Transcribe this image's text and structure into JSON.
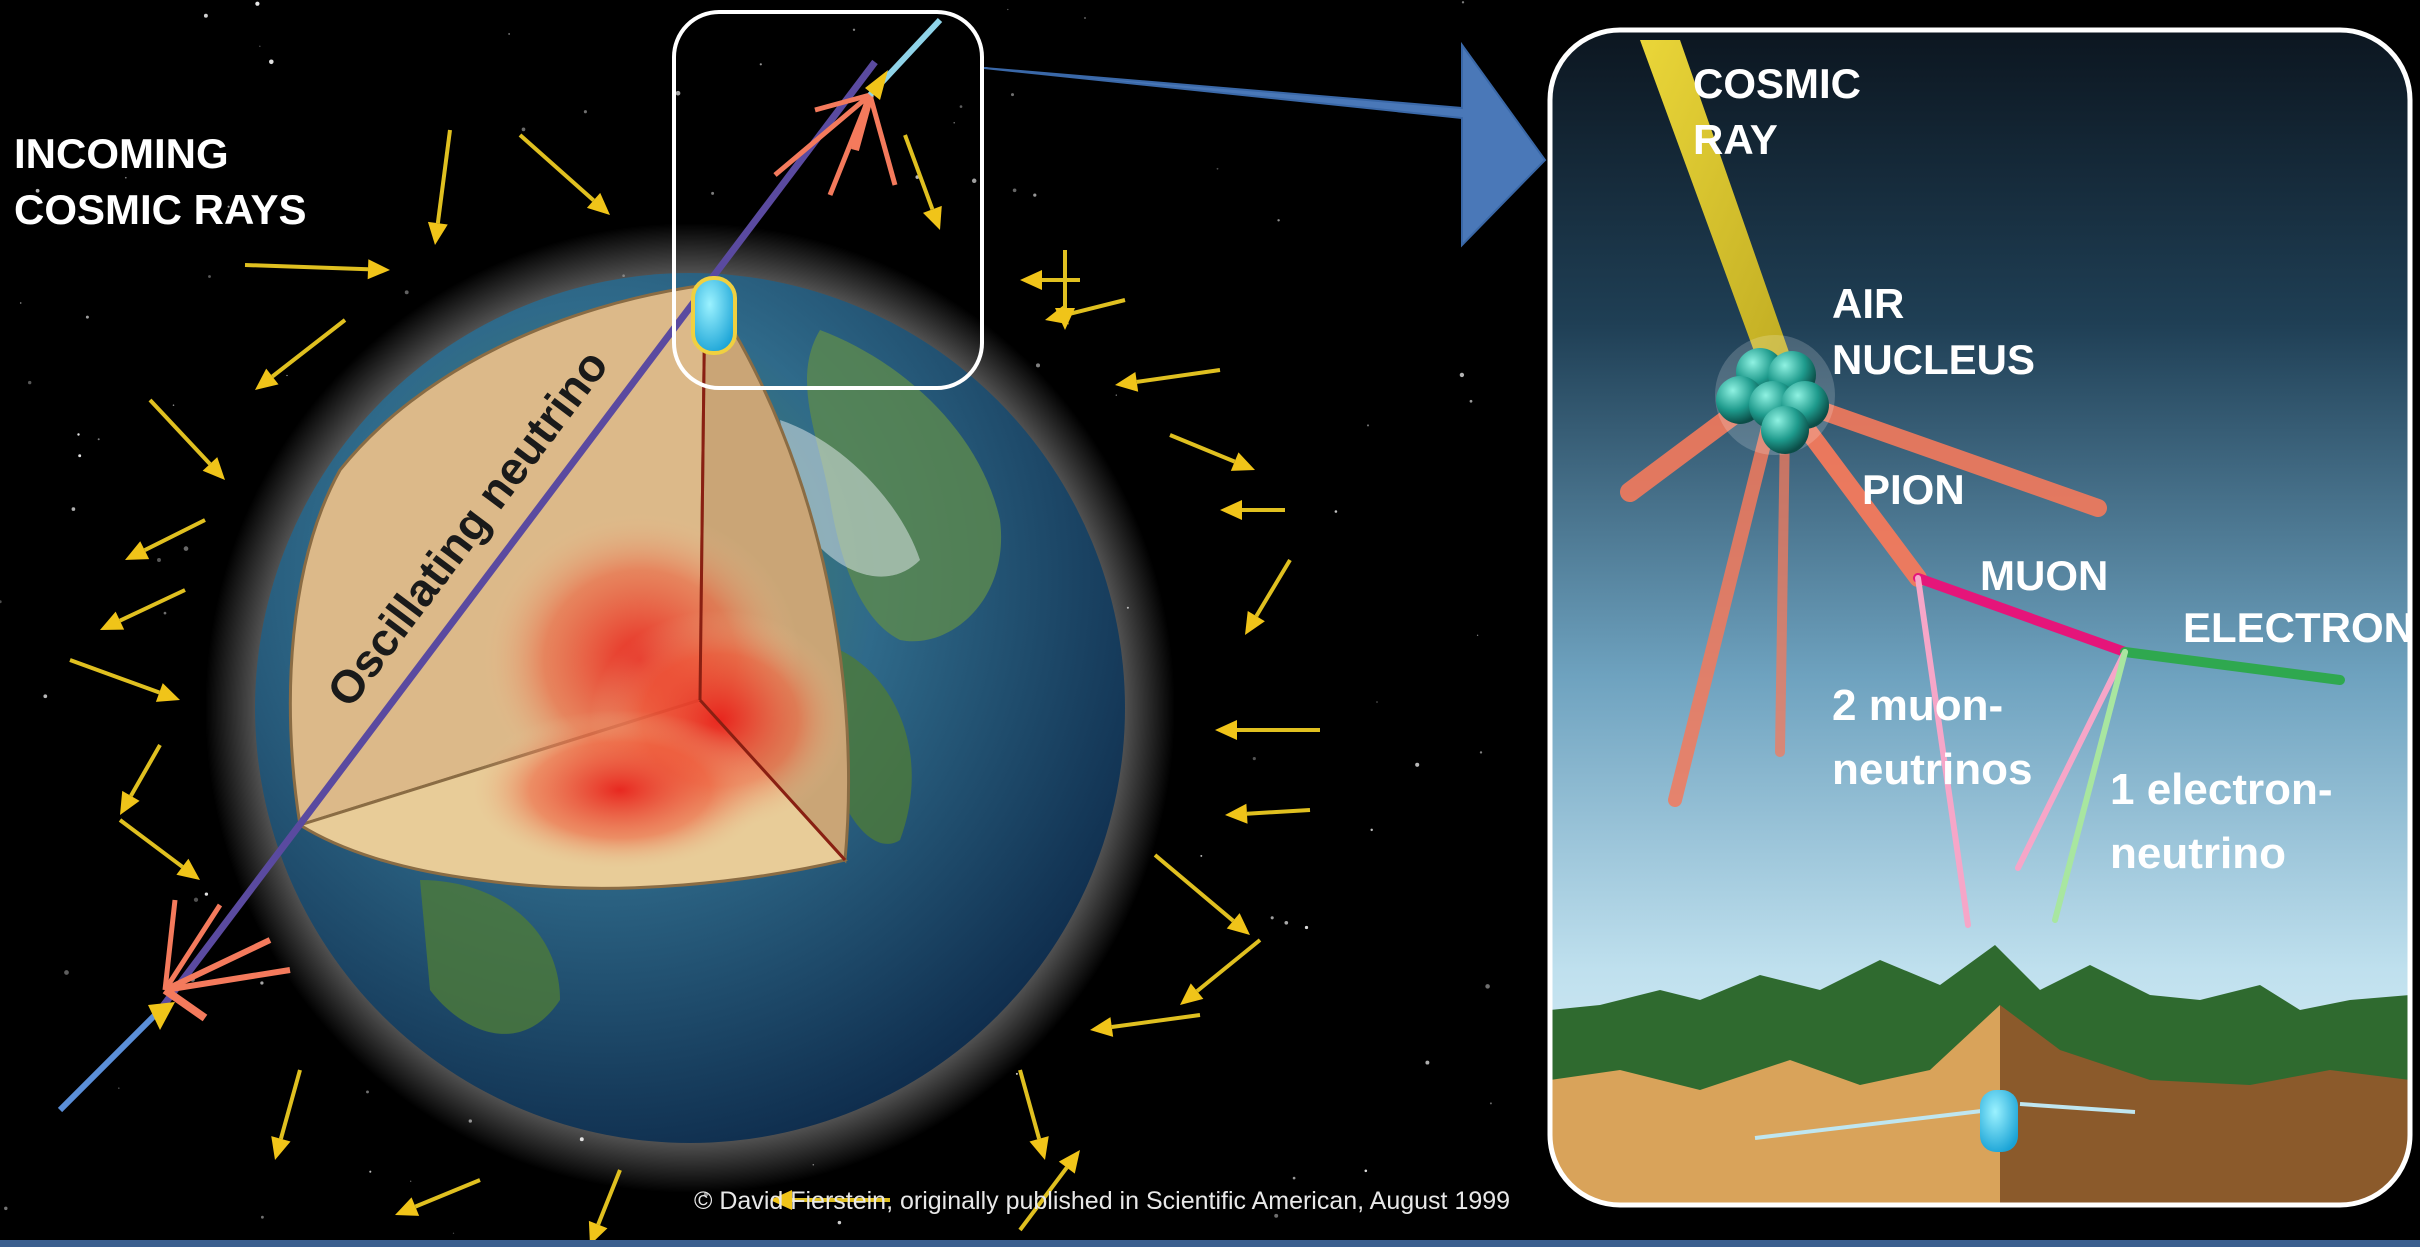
{
  "labels": {
    "incoming": [
      "INCOMING",
      "COSMIC RAYS"
    ],
    "oscillating": "Oscillating neutrino",
    "cosmic_ray": [
      "COSMIC",
      "RAY"
    ],
    "air_nucleus": [
      "AIR",
      "NUCLEUS"
    ],
    "pion": "PION",
    "muon": "MUON",
    "electron": "ELECTRON",
    "muon_neutrinos": [
      "2 muon-",
      "neutrinos"
    ],
    "electron_neutrino": [
      "1 electron-",
      "neutrino"
    ]
  },
  "credit": "© David Fierstein, originally published in Scientific American, August 1999",
  "colors": {
    "background": "#000000",
    "ray_yellow": "#f0c419",
    "pion_red": "#f47a5c",
    "muon_magenta": "#e5157a",
    "electron_green": "#2fa84f",
    "neutrino_pink": "#f6a6c8",
    "neutrino_green": "#a8e6a0",
    "callout_blue": "#4a78b8",
    "panel_border": "#ffffff"
  }
}
